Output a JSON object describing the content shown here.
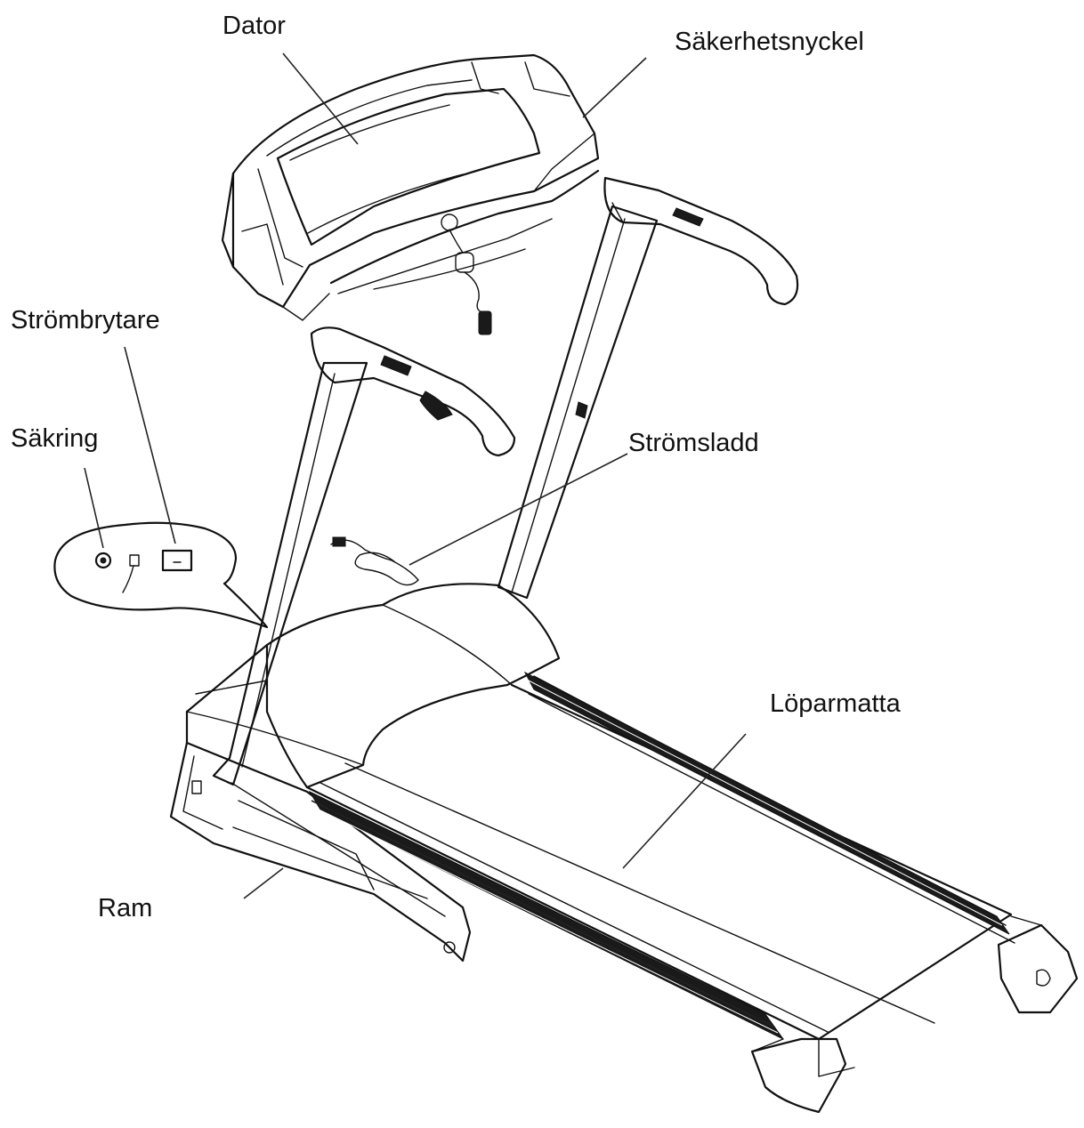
{
  "labels": {
    "dator": "Dator",
    "sakerhetsnyckel": "Säkerhetsnyckel",
    "strombrytare": "Strömbrytare",
    "sakring": "Säkring",
    "stromsladd": "Strömsladd",
    "loparmatta": "Löparmatta",
    "ram": "Ram"
  },
  "colors": {
    "line": "#111111",
    "background": "#ffffff"
  }
}
